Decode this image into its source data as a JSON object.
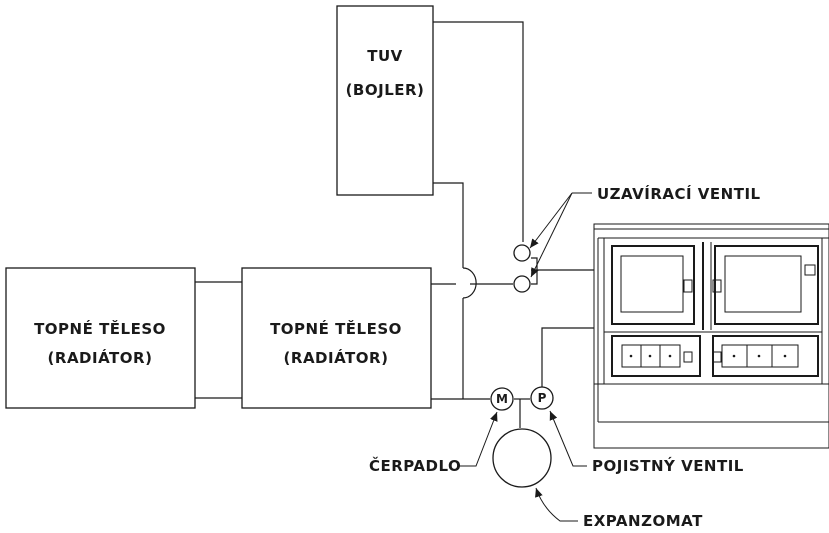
{
  "boiler_tank": {
    "line1": "TUV",
    "line2": "(BOJLER)"
  },
  "radiator_left": {
    "line1": "TOPNÉ TĚLESO",
    "line2": "(RADIÁTOR)"
  },
  "radiator_right": {
    "line1": "TOPNÉ TĚLESO",
    "line2": "(RADIÁTOR)"
  },
  "shutoff_valve_label": "UZAVÍRACÍ VENTIL",
  "pump": {
    "symbol": "M",
    "label": "ČERPADLO"
  },
  "safety_valve": {
    "symbol": "P",
    "label": "POJISTNÝ VENTIL"
  },
  "expansion_tank_label": "EXPANZOMAT"
}
